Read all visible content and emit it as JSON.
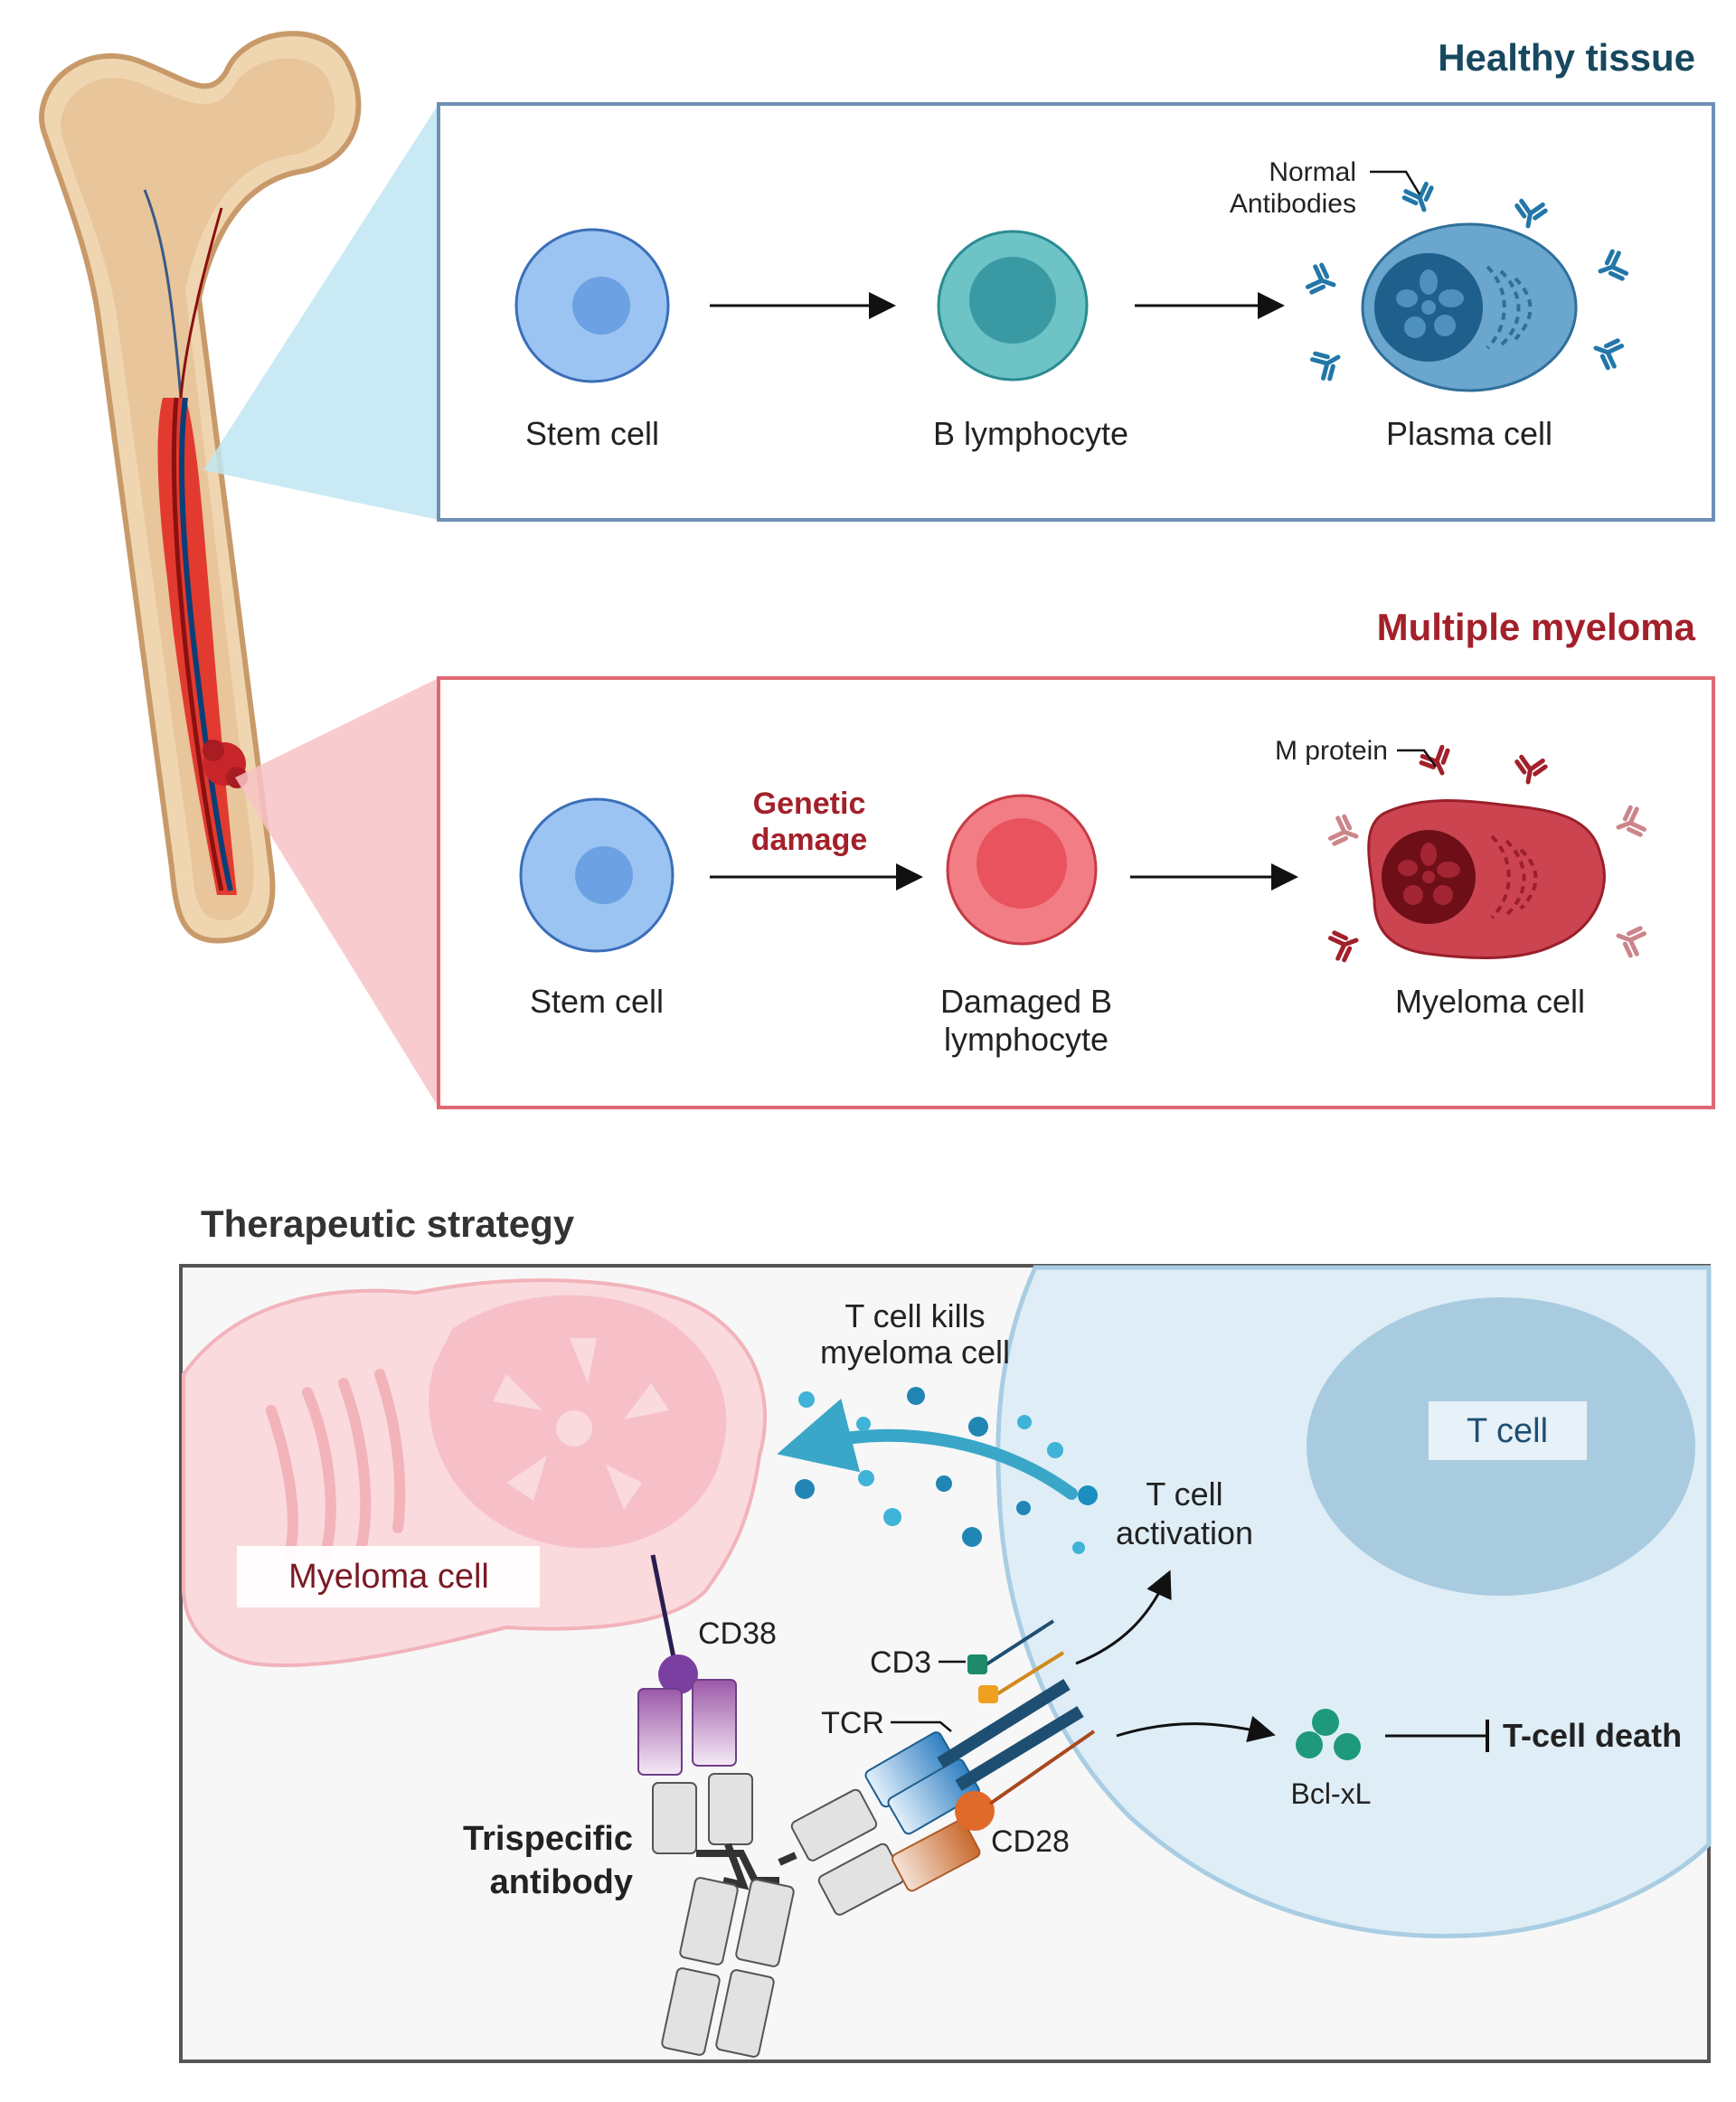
{
  "healthy": {
    "title": "Healthy tissue",
    "antibody_label_line1": "Normal",
    "antibody_label_line2": "Antibodies",
    "cells": [
      "Stem cell",
      "B lymphocyte",
      "Plasma cell"
    ]
  },
  "myeloma": {
    "title": "Multiple myeloma",
    "damage_line1": "Genetic",
    "damage_line2": "damage",
    "protein_label": "M protein",
    "stem_cell": "Stem cell",
    "damaged_line1": "Damaged B",
    "damaged_line2": "lymphocyte",
    "myeloma_cell": "Myeloma cell"
  },
  "therapy": {
    "title": "Therapeutic strategy",
    "kills_line1": "T cell kills",
    "kills_line2": "myeloma cell",
    "tcell_label": "T cell",
    "myeloma_label": "Myeloma cell",
    "activation_line1": "T cell",
    "activation_line2": "activation",
    "cd38": "CD38",
    "cd3": "CD3",
    "tcr": "TCR",
    "cd28": "CD28",
    "bclxl": "Bcl-xL",
    "tcell_death": "T-cell death",
    "antibody_line1": "Trispecific",
    "antibody_line2": "antibody"
  },
  "colors": {
    "healthy_title": "#17485f",
    "myeloma_title": "#a3202a",
    "healthy_frame": "#6f8fb5",
    "myeloma_frame": "#e06872",
    "therapy_frame": "#555555"
  }
}
